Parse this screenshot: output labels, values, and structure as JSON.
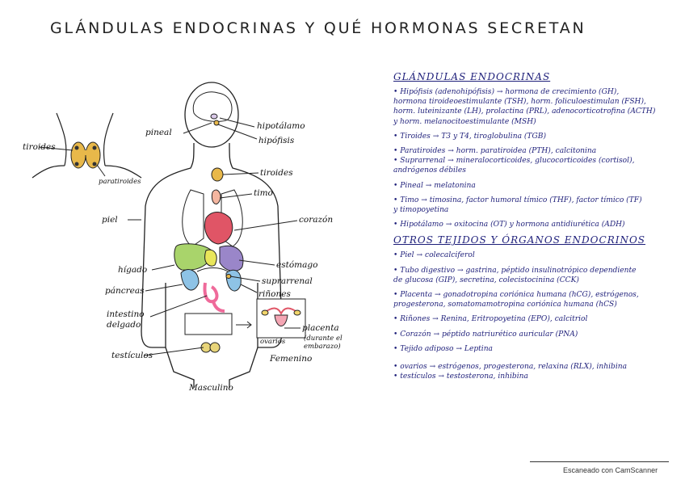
{
  "title": "GLÁNDULAS ENDOCRINAS Y QUÉ HORMONAS SECRETAN",
  "diagram": {
    "labels": {
      "tiroides_left": "tiroides",
      "paratiroides": "paratiroides",
      "pineal": "pineal",
      "hipotalamo": "hipotálamo",
      "hipofisis": "hipófisis",
      "tiroides": "tiroides",
      "timo": "timo",
      "piel": "piel",
      "corazon": "corazón",
      "higado": "hígado",
      "estomago": "estómago",
      "suprarrenal": "suprarrenal",
      "pancreas": "páncreas",
      "rinones": "riñones",
      "intestino_1": "intestino",
      "intestino_2": "delgado",
      "testiculos": "testículos",
      "ovarios": "ovarios",
      "placenta": "placenta",
      "placenta_note_1": "(durante el",
      "placenta_note_2": "embarazo)",
      "femenino": "Femenino",
      "masculino": "Masculino"
    }
  },
  "glandulas": {
    "heading": "GLÁNDULAS ENDOCRINAS",
    "items": [
      {
        "lines": [
          "• Hipófisis (adenohipófisis) → hormona de crecimiento (GH),",
          "hormona tiroideoestimulante (TSH), horm. foliculoestimulan (FSH),",
          "horm. luteinizante (LH), prolactina (PRL), adenocorticotrofina (ACTH)",
          "y horm. melanocitoestimulante (MSH)"
        ]
      },
      {
        "lines": [
          "• Tiroides → T3 y T4, tiroglobulina (TGB)"
        ]
      },
      {
        "lines": [
          "• Paratiroides → horm. paratiroidea (PTH), calcitonina",
          "• Suprarrenal → mineralocorticoides, glucocorticoides (cortisol),",
          "andrógenos débiles"
        ]
      },
      {
        "lines": [
          "• Pineal → melatonina"
        ]
      },
      {
        "lines": [
          "• Timo → timosina, factor humoral tímico (THF), factor tímico (TF)",
          "y timopoyetina"
        ]
      },
      {
        "lines": [
          "• Hipotálamo → oxitocina (OT) y hormona antidiurética (ADH)"
        ]
      }
    ]
  },
  "otros": {
    "heading": "OTROS TEJIDOS Y ÓRGANOS ENDOCRINOS",
    "items": [
      {
        "lines": [
          "• Piel → colecalciferol"
        ]
      },
      {
        "lines": [
          "• Tubo digestivo → gastrina, péptido insulinotrópico dependiente",
          "de glucosa (GIP), secretina, colecistocinina (CCK)"
        ]
      },
      {
        "lines": [
          "• Placenta → gonadotropina coriónica humana (hCG), estrógenos,",
          "progesterona, somatomamotropina coriónica humana (hCS)"
        ]
      },
      {
        "lines": [
          "• Riñones → Renina, Eritropoyetina (EPO), calcitriol"
        ]
      },
      {
        "lines": [
          "• Corazón → péptido natriurético auricular (PNA)"
        ]
      },
      {
        "lines": [
          "• Tejido adiposo → Leptina"
        ]
      },
      {
        "lines": [
          "• ovarios → estrógenos, progesterona, relaxina (RLX), inhibina",
          "• testículos → testosterona, inhibina"
        ]
      }
    ]
  },
  "footer": "Escaneado con CamScanner"
}
